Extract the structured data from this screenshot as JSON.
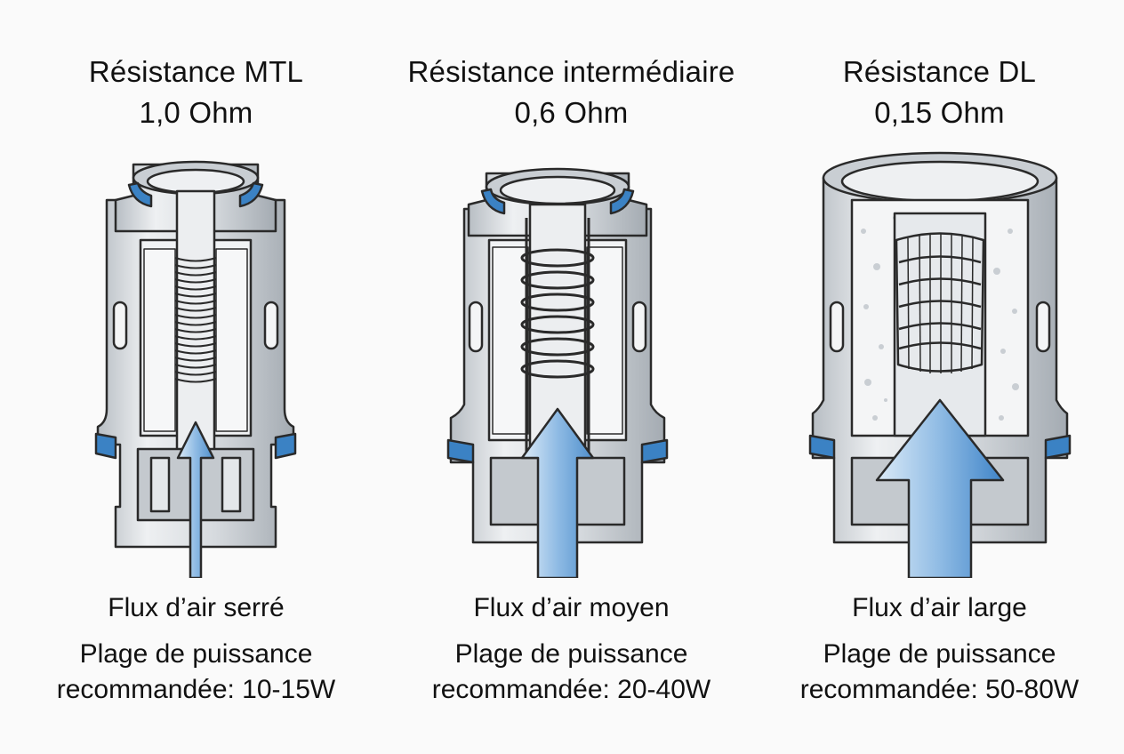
{
  "colors": {
    "outline": "#2a2a2a",
    "metal": "#d6dade",
    "metal_dark": "#9aa0a6",
    "cotton": "#eef0f2",
    "seal": "#3b82c4",
    "arrow_light": "#d6e7f7",
    "arrow_dark": "#5b9bd5"
  },
  "coils": [
    {
      "title_line1": "Résistance MTL",
      "title_line2": "1,0 Ohm",
      "airflow": "Flux d’air serré",
      "power_line1": "Plage de puissance",
      "power_line2": "recommandée: 10-15W",
      "coil_icon": "tight-wound-coil-icon",
      "power_min_w": 10,
      "power_max_w": 15
    },
    {
      "title_line1": "Résistance intermédiaire",
      "title_line2": "0,6 Ohm",
      "airflow": "Flux d’air moyen",
      "power_line1": "Plage de puissance",
      "power_line2": "recommandée: 20-40W",
      "coil_icon": "spaced-coil-icon",
      "power_min_w": 20,
      "power_max_w": 40
    },
    {
      "title_line1": "Résistance DL",
      "title_line2": "0,15 Ohm",
      "airflow": "Flux d’air large",
      "power_line1": "Plage de puissance",
      "power_line2": "recommandée: 50-80W",
      "coil_icon": "mesh-coil-icon",
      "power_min_w": 50,
      "power_max_w": 80
    }
  ]
}
